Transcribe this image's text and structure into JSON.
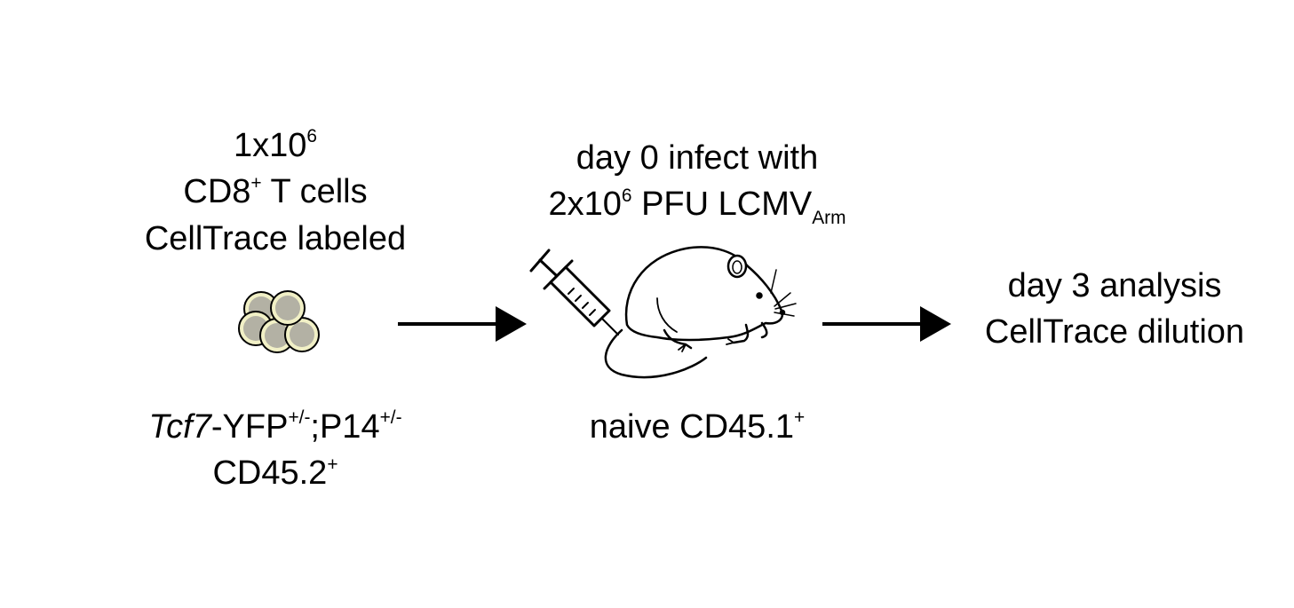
{
  "left": {
    "count_base": "1x10",
    "count_exp": "6",
    "cell_type": "CD8",
    "cell_type_sup": "+",
    "cell_type_suffix": " T cells",
    "label": "CellTrace labeled",
    "genotype_italic": "Tcf7",
    "genotype_a": "-YFP",
    "genotype_a_sup": "+/-",
    "genotype_b": ";P14",
    "genotype_b_sup": "+/-",
    "congenic": "CD45.2",
    "congenic_sup": "+"
  },
  "middle": {
    "line1": "day 0 infect with",
    "dose_base": "2x10",
    "dose_exp": "6",
    "dose_rest": " PFU LCMV",
    "strain_sub": "Arm",
    "recipient": "naive CD45.1",
    "recipient_sup": "+"
  },
  "right": {
    "line1": "day 3 analysis",
    "line2": "CellTrace dilution"
  },
  "colors": {
    "cell_fill": "#b3b1a4",
    "cell_ring": "#f1f0c6",
    "line": "#000000"
  },
  "icons": [
    "cell-cluster-icon",
    "arrow-icon",
    "syringe-icon",
    "mouse-icon"
  ]
}
